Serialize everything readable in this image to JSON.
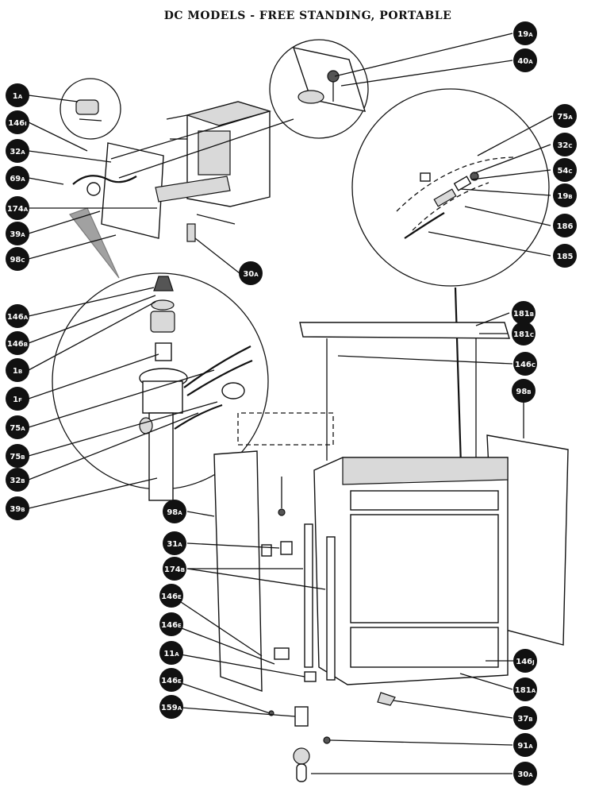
{
  "title": "DC MODELS - FREE STANDING, PORTABLE",
  "callouts": [
    {
      "id": "19A",
      "main": "19",
      "suffix": "A"
    },
    {
      "id": "40A",
      "main": "40",
      "suffix": "A"
    },
    {
      "id": "75A-top",
      "main": "75",
      "suffix": "A"
    },
    {
      "id": "32C",
      "main": "32",
      "suffix": "C"
    },
    {
      "id": "54C",
      "main": "54",
      "suffix": "C"
    },
    {
      "id": "19B",
      "main": "19",
      "suffix": "B"
    },
    {
      "id": "186",
      "main": "186",
      "suffix": ""
    },
    {
      "id": "185",
      "main": "185",
      "suffix": ""
    },
    {
      "id": "1A",
      "main": "1",
      "suffix": "A"
    },
    {
      "id": "146I",
      "main": "146",
      "suffix": "I"
    },
    {
      "id": "32A",
      "main": "32",
      "suffix": "A"
    },
    {
      "id": "69A",
      "main": "69",
      "suffix": "A"
    },
    {
      "id": "174A",
      "main": "174",
      "suffix": "A"
    },
    {
      "id": "39A",
      "main": "39",
      "suffix": "A"
    },
    {
      "id": "98C",
      "main": "98",
      "suffix": "C"
    },
    {
      "id": "30A-top",
      "main": "30",
      "suffix": "A"
    },
    {
      "id": "146A",
      "main": "146",
      "suffix": "A"
    },
    {
      "id": "146B",
      "main": "146",
      "suffix": "B"
    },
    {
      "id": "1B",
      "main": "1",
      "suffix": "B"
    },
    {
      "id": "1F",
      "main": "1",
      "suffix": "F"
    },
    {
      "id": "75A-left",
      "main": "75",
      "suffix": "A"
    },
    {
      "id": "75B",
      "main": "75",
      "suffix": "B"
    },
    {
      "id": "32B",
      "main": "32",
      "suffix": "B"
    },
    {
      "id": "39B",
      "main": "39",
      "suffix": "B"
    },
    {
      "id": "181B",
      "main": "181",
      "suffix": "B"
    },
    {
      "id": "181C",
      "main": "181",
      "suffix": "C"
    },
    {
      "id": "146C",
      "main": "146",
      "suffix": "C"
    },
    {
      "id": "98B",
      "main": "98",
      "suffix": "B"
    },
    {
      "id": "98A",
      "main": "98",
      "suffix": "A"
    },
    {
      "id": "31A",
      "main": "31",
      "suffix": "A"
    },
    {
      "id": "174B",
      "main": "174",
      "suffix": "B"
    },
    {
      "id": "146E-1",
      "main": "146",
      "suffix": "E"
    },
    {
      "id": "146E-2",
      "main": "146",
      "suffix": "E"
    },
    {
      "id": "11A",
      "main": "11",
      "suffix": "A"
    },
    {
      "id": "146E-3",
      "main": "146",
      "suffix": "E"
    },
    {
      "id": "159A",
      "main": "159",
      "suffix": "A"
    },
    {
      "id": "146J",
      "main": "146",
      "suffix": "J"
    },
    {
      "id": "181A",
      "main": "181",
      "suffix": "A"
    },
    {
      "id": "37B",
      "main": "37",
      "suffix": "B"
    },
    {
      "id": "91A",
      "main": "91",
      "suffix": "A"
    },
    {
      "id": "30A-bottom",
      "main": "30",
      "suffix": "A"
    }
  ]
}
